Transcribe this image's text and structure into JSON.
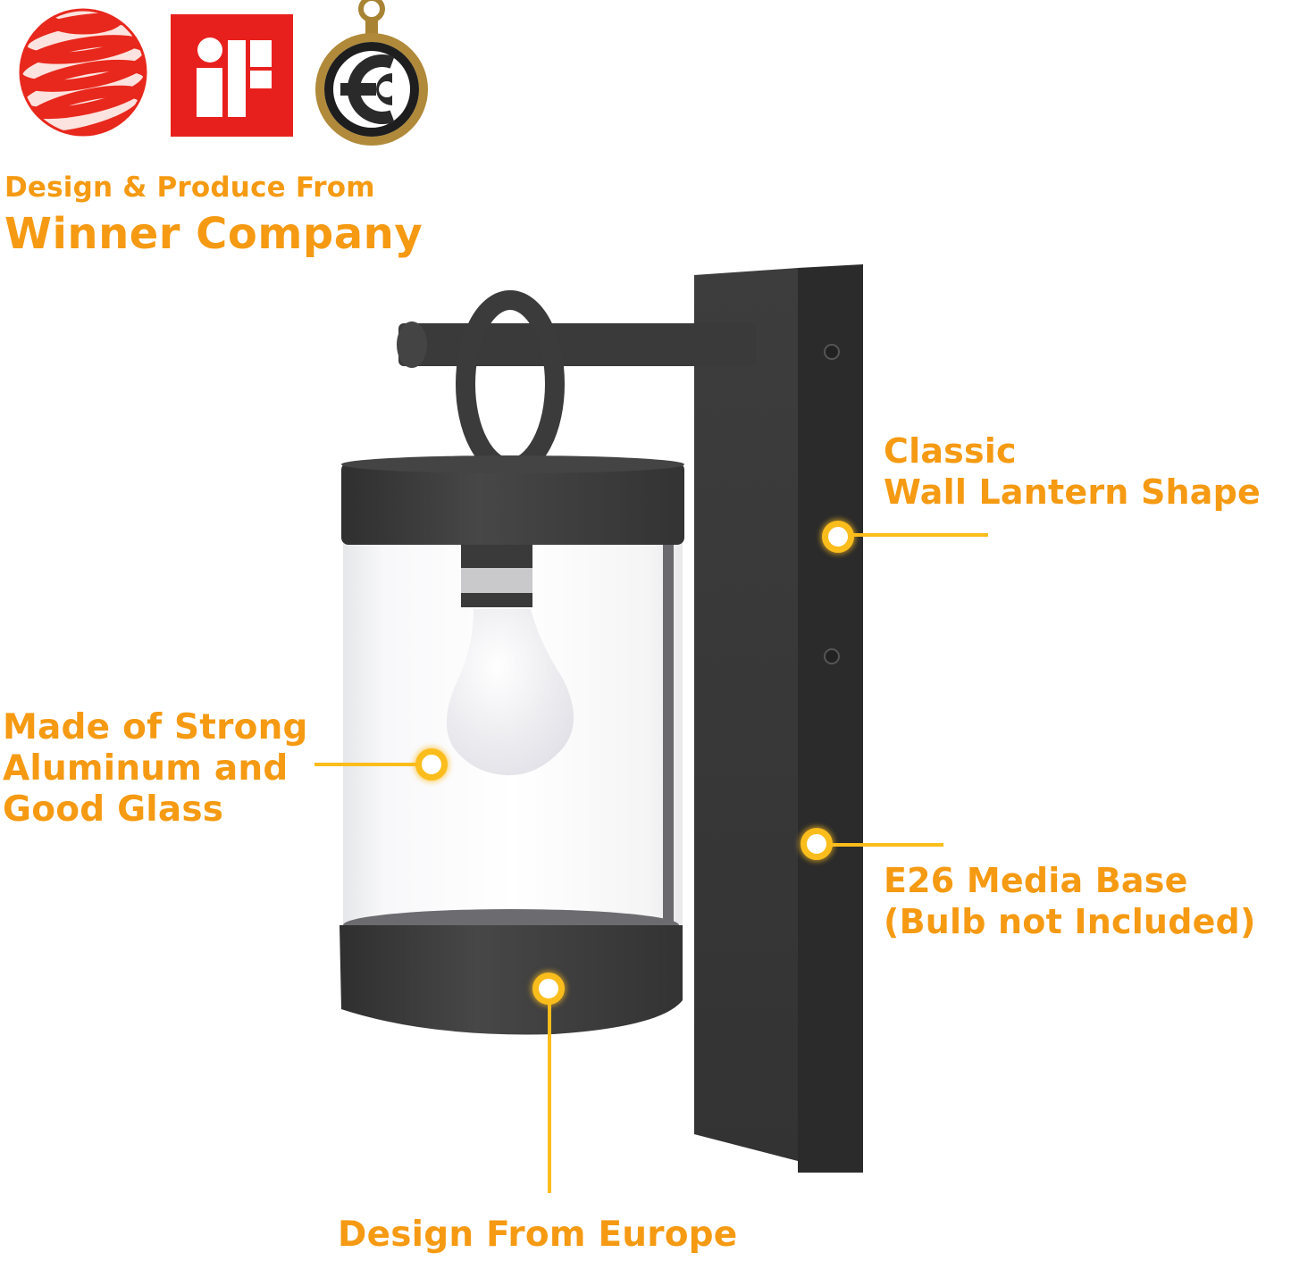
{
  "awards": {
    "items": [
      {
        "name": "red-dot-award",
        "colors": [
          "#e82b1e",
          "#ffffff"
        ]
      },
      {
        "name": "if-design-award",
        "text": "iF",
        "color": "#e8201d"
      },
      {
        "name": "german-design-award",
        "colors": [
          "#b08a3a",
          "#222222"
        ]
      }
    ]
  },
  "headline": {
    "line1": "Design & Produce From",
    "line2": "Winner Company"
  },
  "callouts": {
    "classic": {
      "line1": "Classic",
      "line2": "Wall Lantern Shape"
    },
    "material": {
      "line1": "Made of Strong",
      "line2": "Aluminum and",
      "line3": "Good Glass"
    },
    "base": {
      "line1": "E26 Media Base",
      "line2": "(Bulb not Included)"
    },
    "origin": {
      "line1": "Design From Europe"
    }
  },
  "product": {
    "name": "wall-lantern",
    "body_color": "#3a3a3a",
    "glass_color": "#f4f5f7",
    "bulb_color": "#f3f3f6"
  },
  "colors": {
    "accent_text": "#f59a12",
    "callout": "#fbbd1c"
  }
}
